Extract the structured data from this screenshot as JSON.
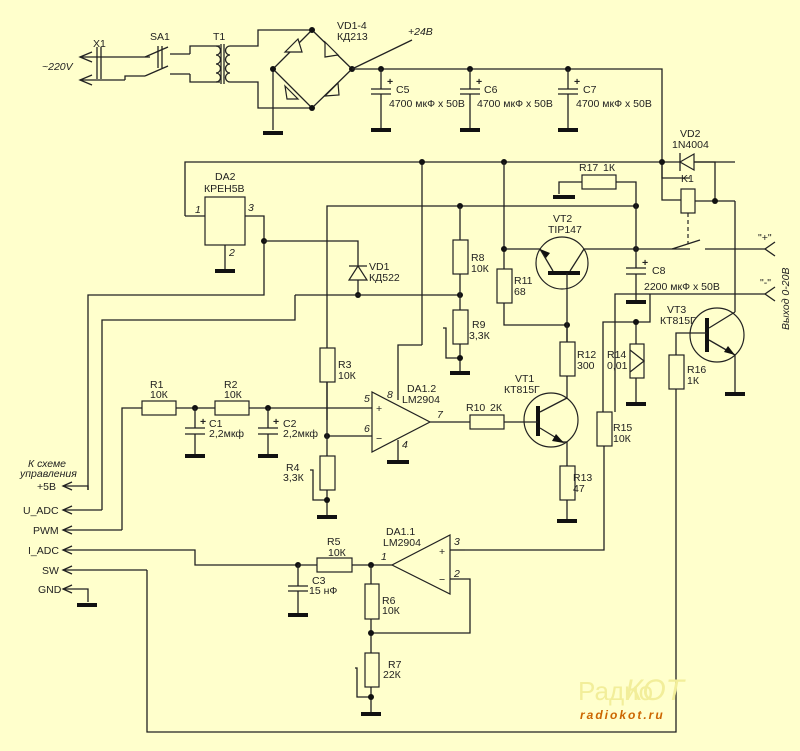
{
  "title": "Лабораторный блок питания 0-20В — схема",
  "power": {
    "x1": "X1",
    "mains": "~220V",
    "sa1": "SA1",
    "t1": "T1",
    "bridge_ref": "VD1-4",
    "bridge_part": "КД213",
    "rail": "+24В",
    "caps": [
      {
        "ref": "C5",
        "value": "4700 мкФ x 50В"
      },
      {
        "ref": "C6",
        "value": "4700 мкФ x 50В"
      },
      {
        "ref": "C7",
        "value": "4700 мкФ x 50В"
      }
    ]
  },
  "regulator": {
    "ref": "DA2",
    "part": "КРЕН5В",
    "pin1": "1",
    "pin2": "2",
    "pin3": "3"
  },
  "components": {
    "vd1": {
      "ref": "VD1",
      "value": "КД522"
    },
    "vd2": {
      "ref": "VD2",
      "value": "1N4004"
    },
    "k1": {
      "ref": "K1"
    },
    "r17": {
      "ref": "R17",
      "value": "1К"
    },
    "vt2": {
      "ref": "VT2",
      "value": "TIP147"
    },
    "c8": {
      "ref": "C8",
      "value": "2200 мкФ x 50В"
    },
    "r8": {
      "ref": "R8",
      "value": "10К"
    },
    "r9": {
      "ref": "R9",
      "value": "3,3К"
    },
    "r11": {
      "ref": "R11",
      "value": "68"
    },
    "r12": {
      "ref": "R12",
      "value": "300"
    },
    "r14": {
      "ref": "R14",
      "value": "0,01"
    },
    "r16": {
      "ref": "R16",
      "value": "1К"
    },
    "vt3": {
      "ref": "VT3",
      "value": "КТ815Г"
    },
    "r3": {
      "ref": "R3",
      "value": "10К"
    },
    "da12": {
      "ref": "DA1.2",
      "value": "LM2904",
      "p5": "5",
      "p6": "6",
      "p8": "8",
      "p4": "4",
      "p7": "7"
    },
    "r10": {
      "ref": "R10",
      "value": "2К"
    },
    "vt1": {
      "ref": "VT1",
      "value": "КТ815Г"
    },
    "r15": {
      "ref": "R15",
      "value": "10К"
    },
    "r13": {
      "ref": "R13",
      "value": "47"
    },
    "r1": {
      "ref": "R1",
      "value": "10К"
    },
    "r2": {
      "ref": "R2",
      "value": "10К"
    },
    "c1": {
      "ref": "C1",
      "value": "2,2мкф"
    },
    "c2": {
      "ref": "C2",
      "value": "2,2мкф"
    },
    "r4": {
      "ref": "R4",
      "value": "3,3К"
    },
    "r5": {
      "ref": "R5",
      "value": "10К"
    },
    "c3": {
      "ref": "C3",
      "value": "15 нФ"
    },
    "da11": {
      "ref": "DA1.1",
      "value": "LM2904",
      "p1": "1",
      "p2": "2",
      "p3": "3"
    },
    "r6": {
      "ref": "R6",
      "value": "10К"
    },
    "r7": {
      "ref": "R7",
      "value": "22К"
    }
  },
  "output": {
    "plus": "\"+\"",
    "minus": "\"-\"",
    "label": "Выход 0-20В"
  },
  "control": {
    "heading1": "К схеме",
    "heading2": "управления",
    "pins": [
      "+5В",
      "U_ADC",
      "PWM",
      "I_ADC",
      "SW",
      "GND"
    ]
  },
  "watermark": {
    "brand1": "Радио",
    "brand2": "КОТ",
    "site": "radiokot.ru"
  }
}
